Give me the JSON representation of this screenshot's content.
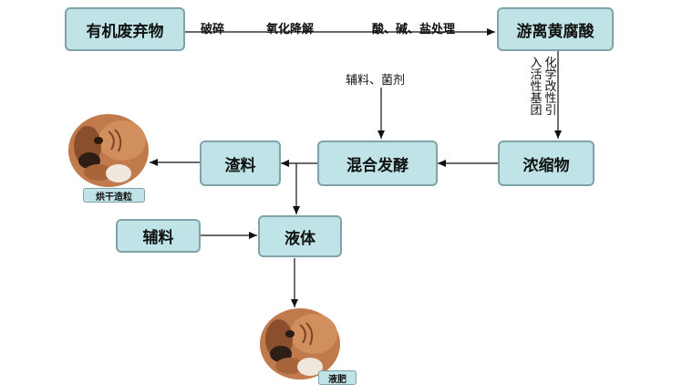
{
  "nodes": {
    "organic_waste": "有机废弃物",
    "fulvic_acid": "游离黄腐酸",
    "concentrate": "浓缩物",
    "mixed_fermentation": "混合发酵",
    "residue": "渣料",
    "liquid": "液体",
    "auxiliary": "辅料"
  },
  "edge_labels": {
    "crush": "破碎",
    "oxidative_degradation": "氧化降解",
    "acid_base_salt": "酸、碱、盐处理",
    "aux_bacteria": "辅料、菌剂",
    "chem_modify_col1": "化学改性引",
    "chem_modify_col2": "入活性基团"
  },
  "outputs": {
    "granulate": "烘干造粒",
    "liquid_fertilizer": "液肥"
  }
}
